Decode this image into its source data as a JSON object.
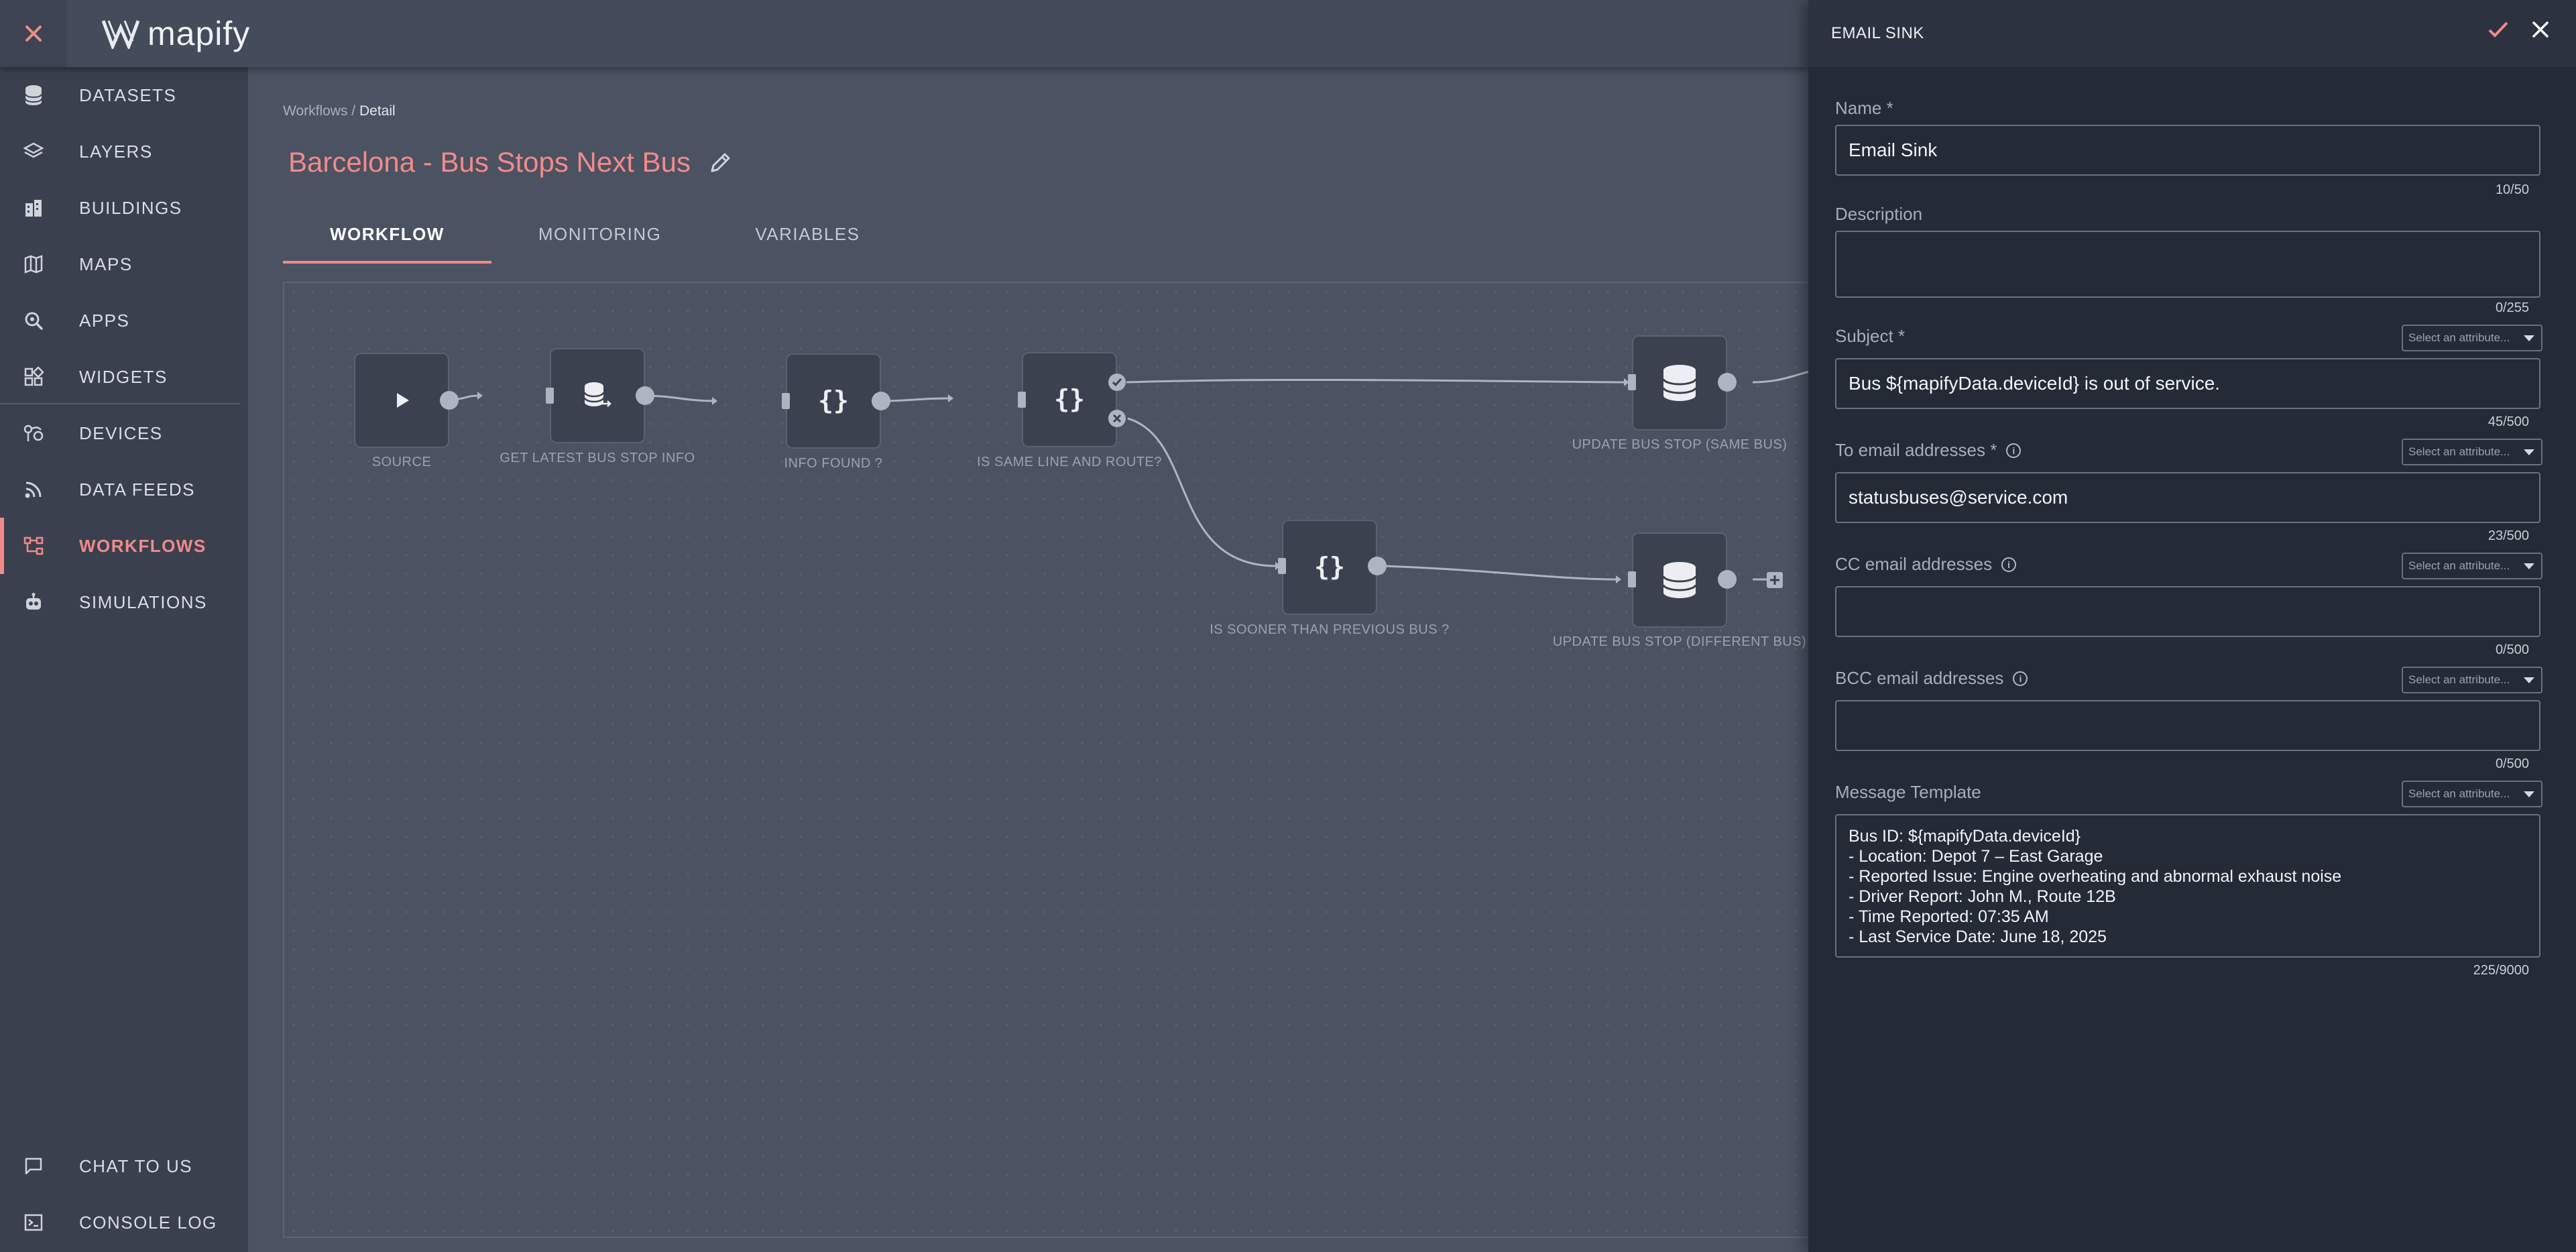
{
  "app": {
    "name": "mapify"
  },
  "colors": {
    "accent": "#f28a8a",
    "sidebar": "#3a404e",
    "canvas": "#4b5262",
    "panel": "#242a36"
  },
  "sidebar": {
    "items": [
      {
        "label": "DATASETS",
        "icon": "database-icon"
      },
      {
        "label": "LAYERS",
        "icon": "layers-icon"
      },
      {
        "label": "BUILDINGS",
        "icon": "buildings-icon"
      },
      {
        "label": "MAPS",
        "icon": "map-icon"
      },
      {
        "label": "APPS",
        "icon": "apps-icon"
      },
      {
        "label": "WIDGETS",
        "icon": "widgets-icon"
      },
      {
        "label": "DEVICES",
        "icon": "devices-icon"
      },
      {
        "label": "DATA FEEDS",
        "icon": "rss-icon"
      },
      {
        "label": "WORKFLOWS",
        "icon": "workflow-icon",
        "active": true
      },
      {
        "label": "SIMULATIONS",
        "icon": "robot-icon"
      }
    ],
    "bottom": [
      {
        "label": "CHAT TO US",
        "icon": "chat-icon"
      },
      {
        "label": "CONSOLE LOG",
        "icon": "terminal-icon"
      }
    ]
  },
  "breadcrumb": {
    "parent": "Workflows",
    "separator": " / ",
    "current": "Detail"
  },
  "page": {
    "title": "Barcelona - Bus Stops Next Bus"
  },
  "tabs": [
    {
      "label": "WORKFLOW",
      "active": true
    },
    {
      "label": "MONITORING"
    },
    {
      "label": "VARIABLES"
    }
  ],
  "workflow": {
    "nodes": [
      {
        "label": "SOURCE",
        "icon": "play-icon"
      },
      {
        "label": "GET LATEST BUS STOP INFO",
        "icon": "database-fetch-icon"
      },
      {
        "label": "INFO FOUND ?",
        "icon": "braces-icon"
      },
      {
        "label": "IS SAME LINE AND ROUTE?",
        "icon": "braces-icon"
      },
      {
        "label": "UPDATE BUS STOP (SAME BUS)",
        "icon": "database-icon"
      },
      {
        "label": "IS SOONER THAN PREVIOUS BUS ?",
        "icon": "braces-icon"
      },
      {
        "label": "UPDATE BUS STOP (DIFFERENT BUS)",
        "icon": "database-icon"
      }
    ]
  },
  "panel": {
    "title": "EMAIL SINK",
    "attribute_placeholder": "Select an attribute...",
    "fields": {
      "name": {
        "label": "Name *",
        "value": "Email Sink",
        "counter": "10/50"
      },
      "description": {
        "label": "Description",
        "value": "",
        "counter": "0/255"
      },
      "subject": {
        "label": "Subject *",
        "value": "Bus ${mapifyData.deviceId} is out of service.",
        "counter": "45/500"
      },
      "to": {
        "label": "To email addresses *",
        "value": "statusbuses@service.com",
        "counter": "23/500"
      },
      "cc": {
        "label": "CC email addresses",
        "value": "",
        "counter": "0/500"
      },
      "bcc": {
        "label": "BCC email addresses",
        "value": "",
        "counter": "0/500"
      },
      "message": {
        "label": "Message Template",
        "value": "Bus ID: ${mapifyData.deviceId}\n- Location: Depot 7 – East Garage\n- Reported Issue: Engine overheating and abnormal exhaust noise\n- Driver Report: John M., Route 12B\n- Time Reported: 07:35 AM\n- Last Service Date: June 18, 2025",
        "counter": "225/9000"
      }
    }
  }
}
